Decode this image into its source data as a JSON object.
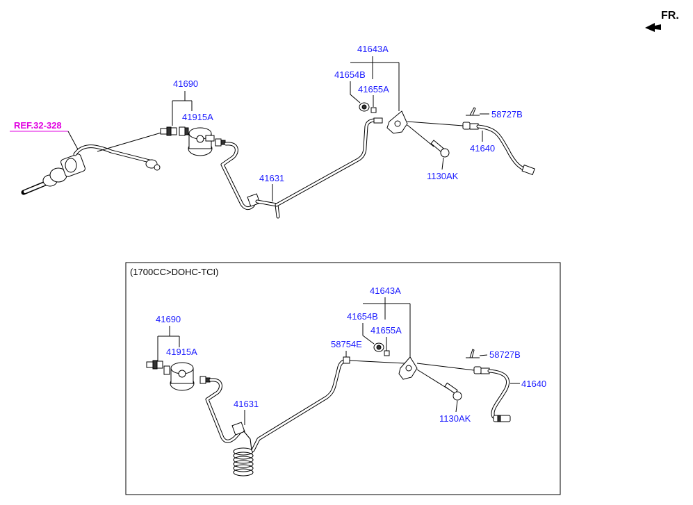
{
  "orientation_label": "FR.",
  "ref_label": "REF.32-328",
  "variant_caption": "(1700CC>DOHC-TCI)",
  "top_assembly": {
    "labels": {
      "p41690": "41690",
      "p41915A": "41915A",
      "p41631": "41631",
      "p41643A": "41643A",
      "p41654B": "41654B",
      "p41655A": "41655A",
      "p58727B": "58727B",
      "p41640": "41640",
      "p1130AK": "1130AK"
    }
  },
  "bottom_assembly": {
    "labels": {
      "p41690": "41690",
      "p41915A": "41915A",
      "p41631": "41631",
      "p41643A": "41643A",
      "p41654B": "41654B",
      "p41655A": "41655A",
      "p58754E": "58754E",
      "p58727B": "58727B",
      "p41640": "41640",
      "p1130AK": "1130AK"
    }
  },
  "colors": {
    "part_number": "#1a1aff",
    "reference": "#e000e0",
    "line": "#000000"
  },
  "icons": {
    "direction": "front-direction-arrow-icon"
  }
}
